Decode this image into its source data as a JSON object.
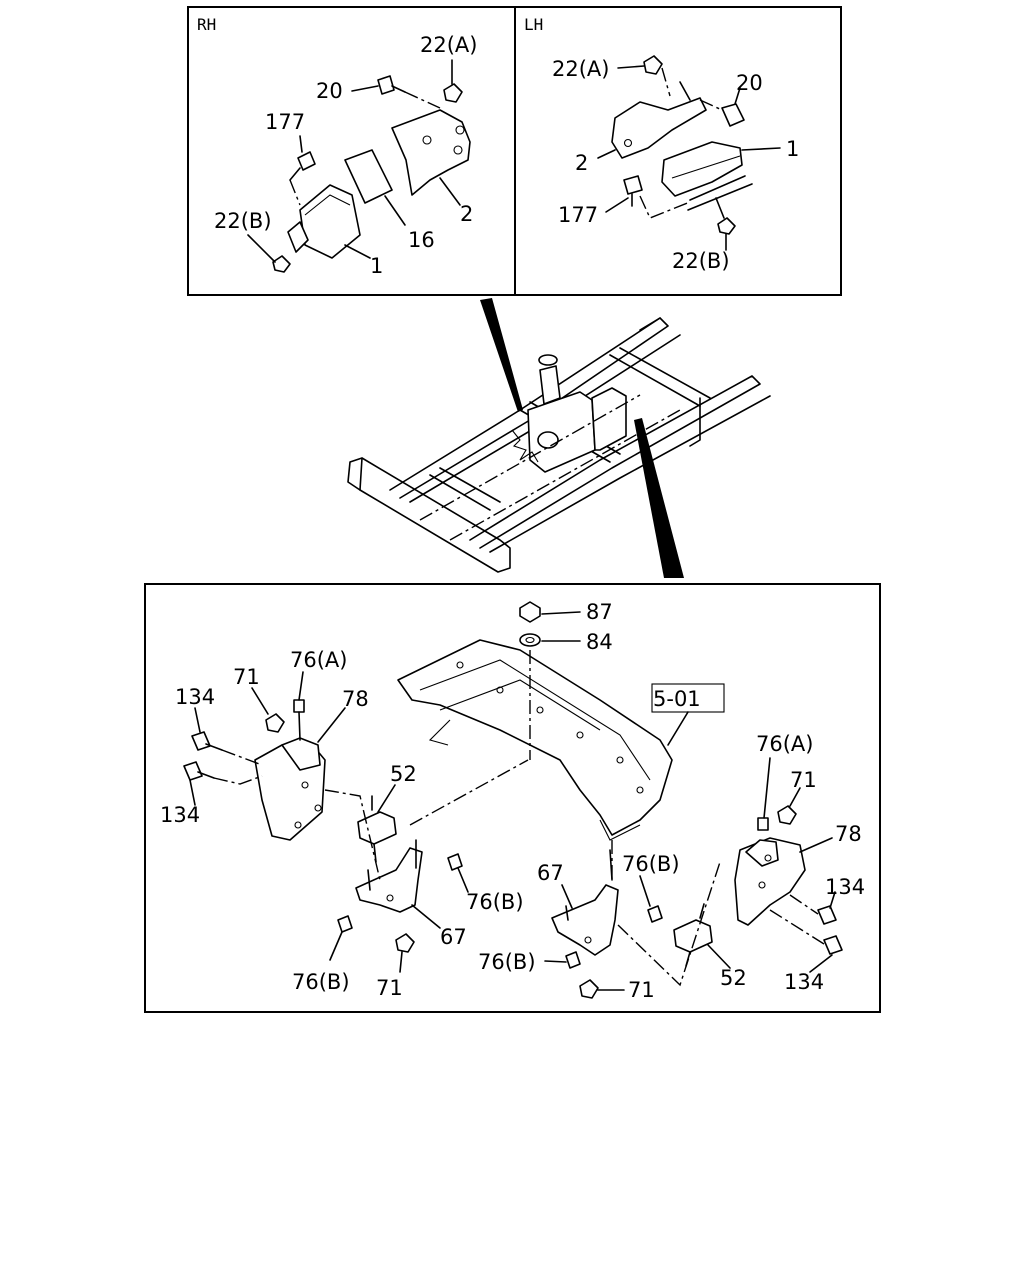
{
  "panels": {
    "rh": {
      "title": "RH",
      "labels": [
        "22(A)",
        "20",
        "177",
        "22(B)",
        "16",
        "2",
        "1"
      ]
    },
    "lh": {
      "title": "LH",
      "labels": [
        "22(A)",
        "20",
        "1",
        "2",
        "177",
        "22(B)"
      ]
    },
    "bottom": {
      "ref": "5-01",
      "labels": [
        "87",
        "84",
        "76(A)",
        "71",
        "78",
        "134",
        "134",
        "52",
        "76(B)",
        "67",
        "76(B)",
        "71",
        "67",
        "76(B)",
        "76(B)",
        "71",
        "52",
        "76(A)",
        "71",
        "78",
        "134",
        "134"
      ]
    }
  }
}
